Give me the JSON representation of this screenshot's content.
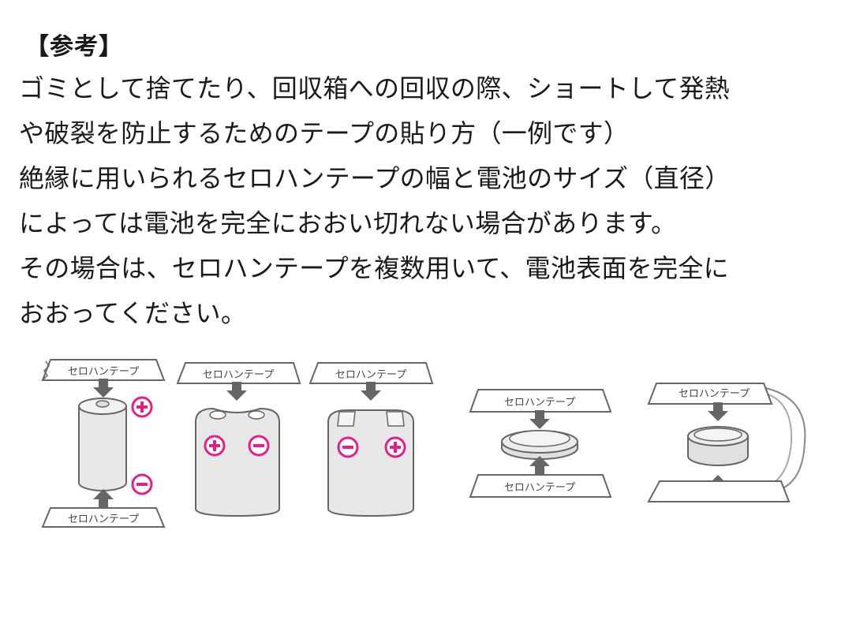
{
  "heading": "【参考】",
  "lines": [
    "ゴミとして捨てたり、回収箱への回収の際、ショートして発熱",
    "や破裂を防止するためのテープの貼り方（一例です）",
    "絶縁に用いられるセロハンテープの幅と電池のサイズ（直径）",
    "によっては電池を完全におおい切れない場合があります。",
    "その場合は、セロハンテープを複数用いて、電池表面を完全に",
    "おおってください。"
  ],
  "figure": {
    "tape_label": "セロハンテープ",
    "colors": {
      "positive": "#e0218a",
      "negative": "#e0218a",
      "stroke": "#666666",
      "fill": "#e8e8e8"
    },
    "icons": [
      "plus-terminal-icon",
      "minus-terminal-icon",
      "arrow-down-icon",
      "arrow-up-icon"
    ]
  }
}
